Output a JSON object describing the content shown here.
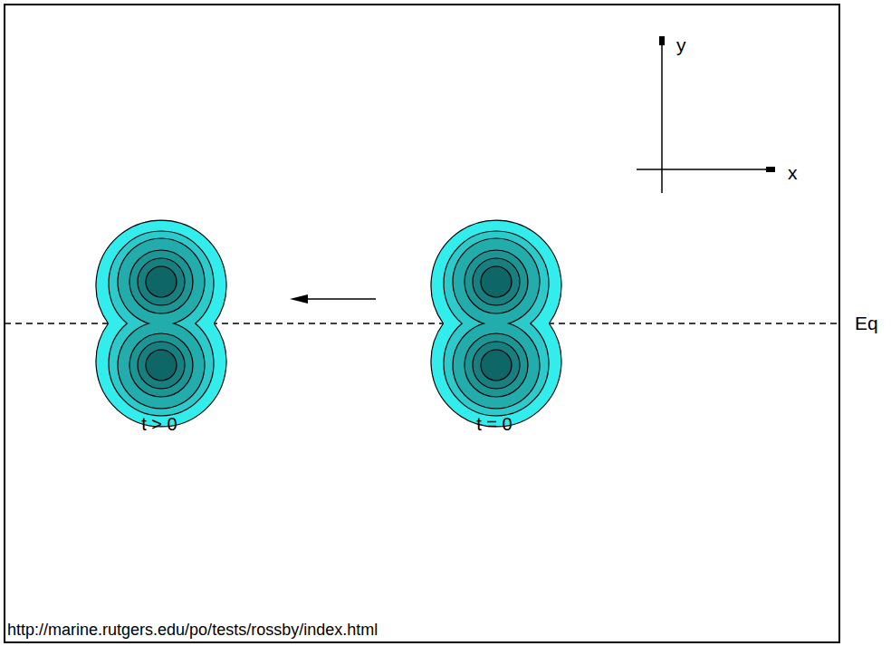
{
  "diagram": {
    "labels": [
      "y",
      "x",
      "Eq",
      "t > 0",
      "t = 0",
      "http://marine.rutgers.edu/po/tests/rossby/index.html"
    ]
  }
}
